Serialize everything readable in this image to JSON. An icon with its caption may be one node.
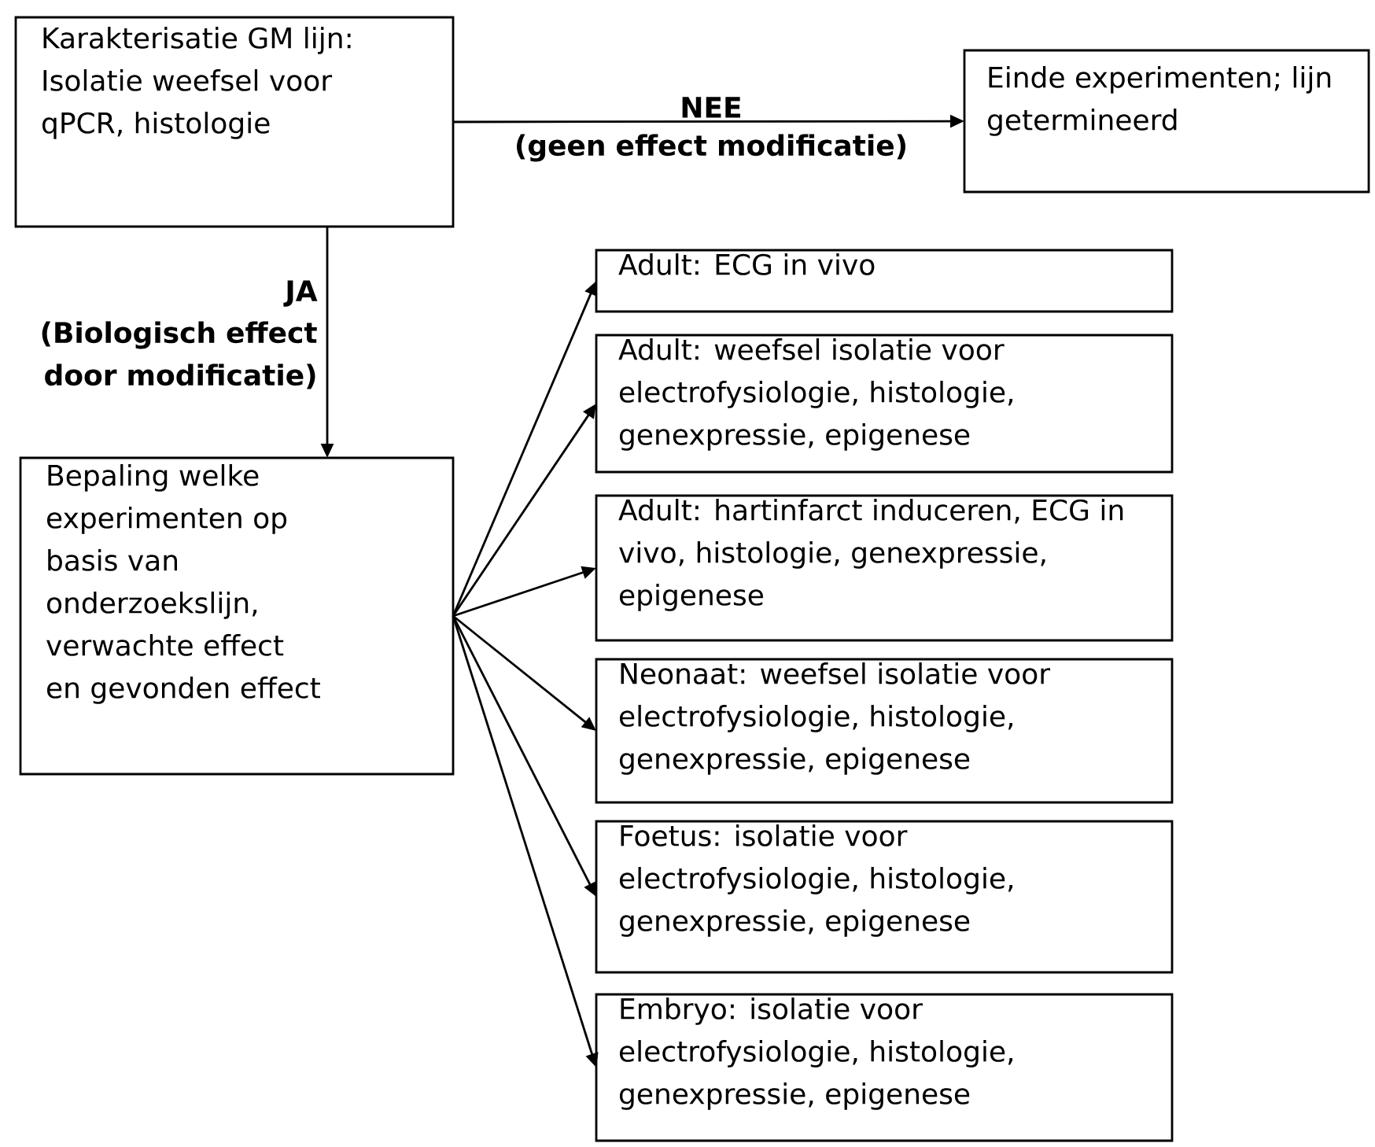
{
  "diagram": {
    "nodes": [
      {
        "text": [
          "Karakterisatie GM lijn: Isolatie weefsel voor qPCR, histologie"
        ]
      },
      {
        "text": [
          "Einde experimenten; lijn getermineerd"
        ]
      },
      {
        "text": [
          "Bepaling welke experimenten op basis van onderzoekslijn, verwachte effect en gevonden effect"
        ]
      },
      {
        "text": [
          "Adult: ECG in vivo"
        ]
      },
      {
        "text": [
          "Adult: weefsel isolatie voor electrofysiologie, histologie, genexpressie, epigenese"
        ]
      },
      {
        "text": [
          "Adult: hartinfarct induceren, ECG in vivo, histologie, genexpressie, epigenese"
        ]
      },
      {
        "text": [
          "Neonaat: weefsel isolatie voor electrofysiologie, histologie, genexpressie, epigenese"
        ]
      },
      {
        "text": [
          "Foetus: isolatie voor electrofysiologie, histologie, genexpressie, epigenese"
        ]
      },
      {
        "text": [
          "Embryo: isolatie voor electrofysiologie, histologie, genexpressie, epigenese"
        ]
      }
    ],
    "edges": [
      {
        "from": 0,
        "to": 1,
        "arrow": "to",
        "label": "NEE"
      },
      {
        "from": 0,
        "to": 2,
        "arrow": "to",
        "label": "JA"
      },
      {
        "from": 2,
        "to": 3,
        "arrow": "to"
      },
      {
        "from": 2,
        "to": 4,
        "arrow": "to"
      },
      {
        "from": 2,
        "to": 5,
        "arrow": "to"
      },
      {
        "from": 2,
        "to": 6,
        "arrow": "to"
      },
      {
        "from": 2,
        "to": 7,
        "arrow": "to"
      },
      {
        "from": 2,
        "to": 8,
        "arrow": "to"
      }
    ],
    "labels": [
      "(geen effect modificatie)",
      "(Biologisch effect door modificatie)"
    ]
  }
}
